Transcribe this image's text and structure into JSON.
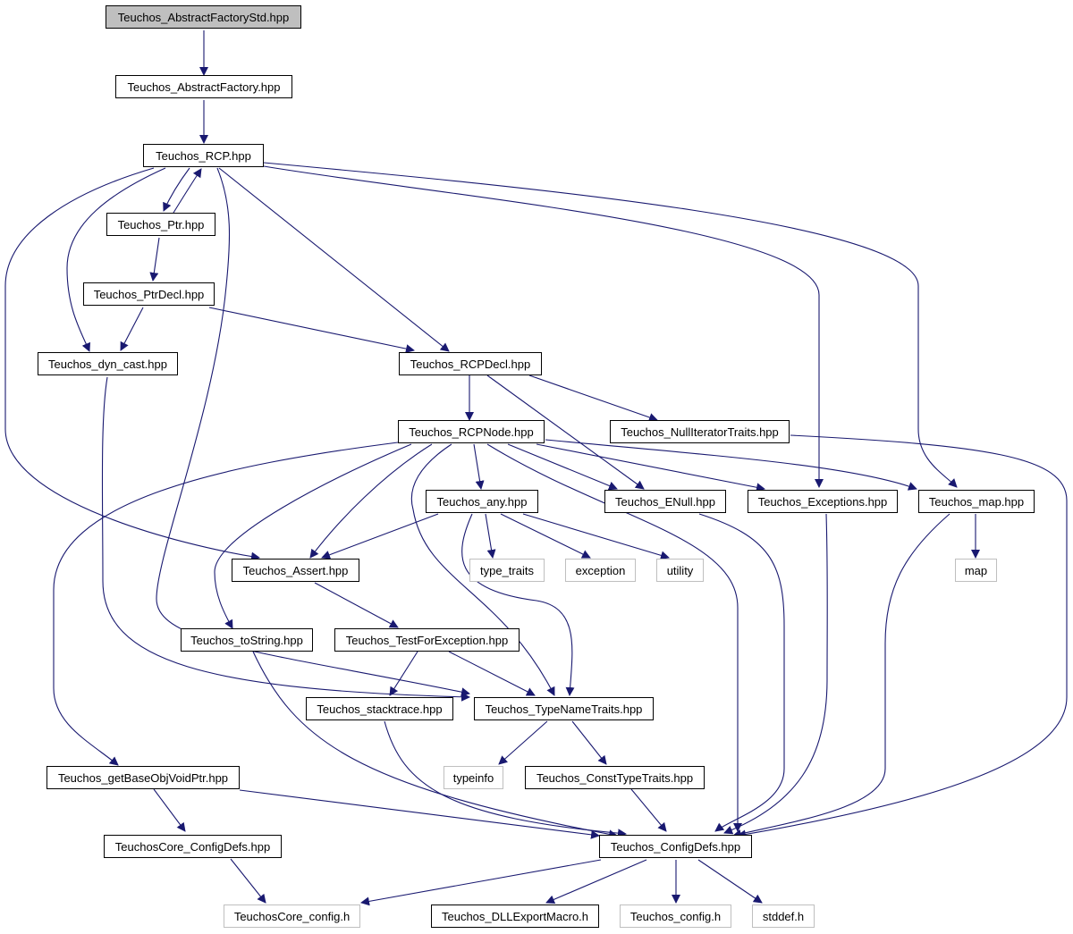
{
  "graph": {
    "edge_color": "#191970",
    "external_border_color": "#bfbfbf",
    "root_fill_color": "#bfbfbf",
    "nodes": {
      "abstract_factory_std": "Teuchos_AbstractFactoryStd.hpp",
      "abstract_factory": "Teuchos_AbstractFactory.hpp",
      "rcp": "Teuchos_RCP.hpp",
      "ptr": "Teuchos_Ptr.hpp",
      "ptr_decl": "Teuchos_PtrDecl.hpp",
      "dyn_cast": "Teuchos_dyn_cast.hpp",
      "rcp_decl": "Teuchos_RCPDecl.hpp",
      "rcp_node": "Teuchos_RCPNode.hpp",
      "null_iterator_traits": "Teuchos_NullIteratorTraits.hpp",
      "any": "Teuchos_any.hpp",
      "enull": "Teuchos_ENull.hpp",
      "exceptions": "Teuchos_Exceptions.hpp",
      "map_hpp": "Teuchos_map.hpp",
      "assert": "Teuchos_Assert.hpp",
      "type_traits": "type_traits",
      "exception": "exception",
      "utility": "utility",
      "map": "map",
      "to_string": "Teuchos_toString.hpp",
      "test_for_exception": "Teuchos_TestForException.hpp",
      "stacktrace": "Teuchos_stacktrace.hpp",
      "type_name_traits": "Teuchos_TypeNameTraits.hpp",
      "typeinfo": "typeinfo",
      "const_type_traits": "Teuchos_ConstTypeTraits.hpp",
      "get_base_obj_void_ptr": "Teuchos_getBaseObjVoidPtr.hpp",
      "teuchos_core_config_defs": "TeuchosCore_ConfigDefs.hpp",
      "config_defs": "Teuchos_ConfigDefs.hpp",
      "teuchos_core_config_h": "TeuchosCore_config.h",
      "dll_export_macro": "Teuchos_DLLExportMacro.h",
      "teuchos_config_h": "Teuchos_config.h",
      "stddef": "stddef.h"
    }
  }
}
